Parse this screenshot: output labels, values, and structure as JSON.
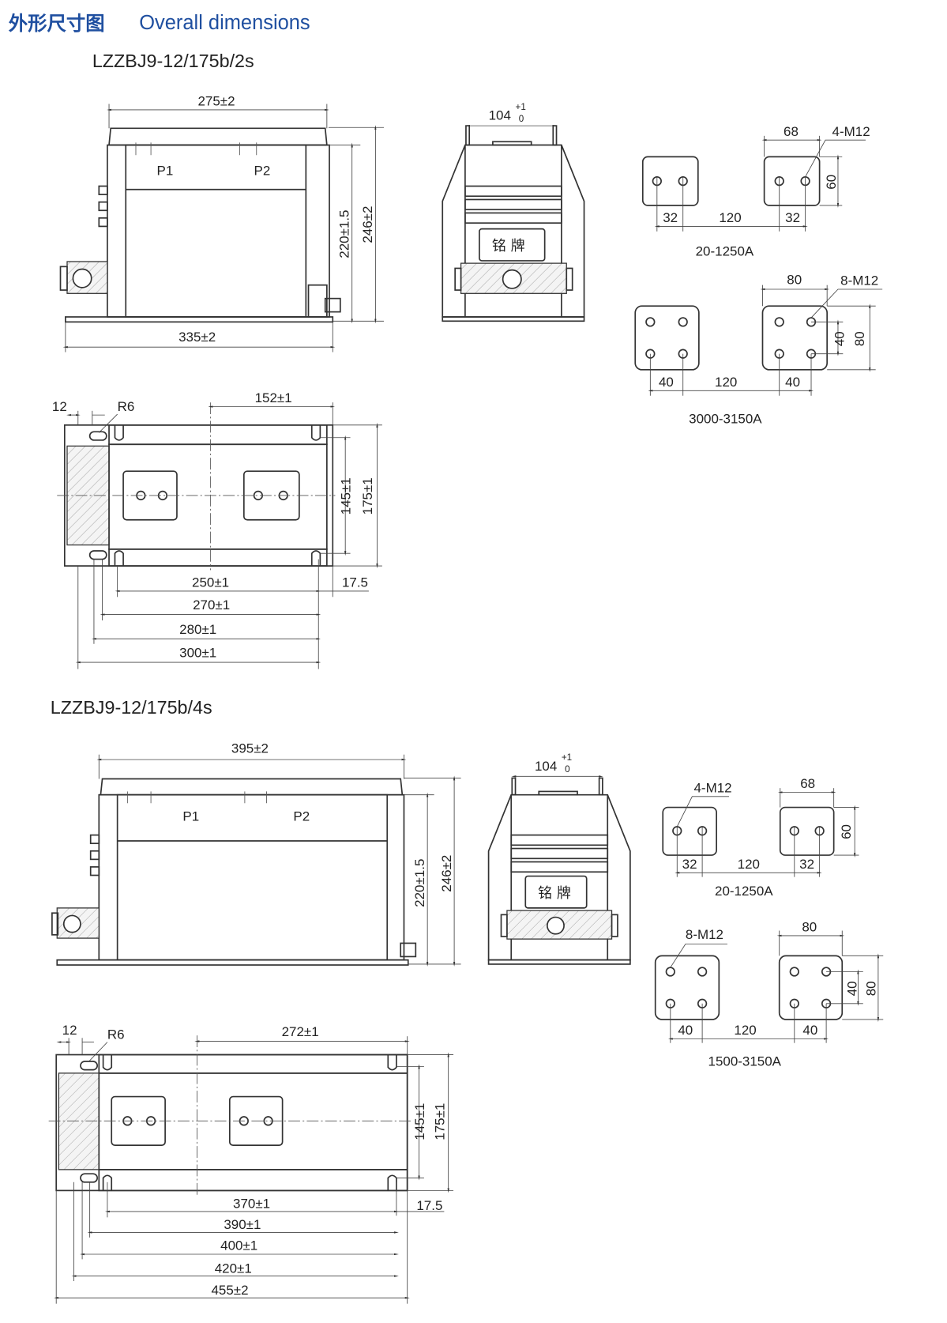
{
  "header": {
    "title_cn": "外形尺寸图",
    "title_en": "Overall dimensions"
  },
  "models": [
    {
      "name": "LZZBJ9-12/175b/2s",
      "front": {
        "width_top": "275±2",
        "width_base": "335±2",
        "h1": "220±1.5",
        "h2": "246±2",
        "p1": "P1",
        "p2": "P2"
      },
      "side": {
        "width": "104",
        "tol_upper": "+1",
        "tol_lower": "0",
        "nameplate": "铭 牌"
      },
      "busbar_small": {
        "holes": "4-M12",
        "width": "68",
        "height": "60",
        "pitch": "32",
        "gap": "120",
        "pitch2": "32",
        "range": "20-1250A"
      },
      "busbar_large": {
        "holes": "8-M12",
        "width": "80",
        "height": "80",
        "pitch_v": "40",
        "pitch": "40",
        "gap": "120",
        "pitch2": "40",
        "range": "3000-3150A"
      },
      "top": {
        "d12": "12",
        "r6": "R6",
        "d_center": "152±1",
        "d145": "145±1",
        "d175": "175±1",
        "d17": "17.5",
        "b1": "250±1",
        "b2": "270±1",
        "b3": "280±1",
        "b4": "300±1"
      }
    },
    {
      "name": "LZZBJ9-12/175b/4s",
      "front": {
        "width_top": "395±2",
        "h1": "220±1.5",
        "h2": "246±2",
        "p1": "P1",
        "p2": "P2"
      },
      "side": {
        "width": "104",
        "tol_upper": "+1",
        "tol_lower": "0",
        "nameplate": "铭 牌"
      },
      "busbar_small": {
        "holes": "4-M12",
        "width": "68",
        "height": "60",
        "pitch": "32",
        "gap": "120",
        "pitch2": "32",
        "range": "20-1250A"
      },
      "busbar_large": {
        "holes": "8-M12",
        "width": "80",
        "height": "80",
        "pitch_v": "40",
        "pitch": "40",
        "gap": "120",
        "pitch2": "40",
        "range": "1500-3150A"
      },
      "top": {
        "d12": "12",
        "r6": "R6",
        "d_center": "272±1",
        "d145": "145±1",
        "d175": "175±1",
        "d17": "17.5",
        "b1": "370±1",
        "b2": "390±1",
        "b3": "400±1",
        "b4": "420±1",
        "b5": "455±2"
      }
    }
  ]
}
